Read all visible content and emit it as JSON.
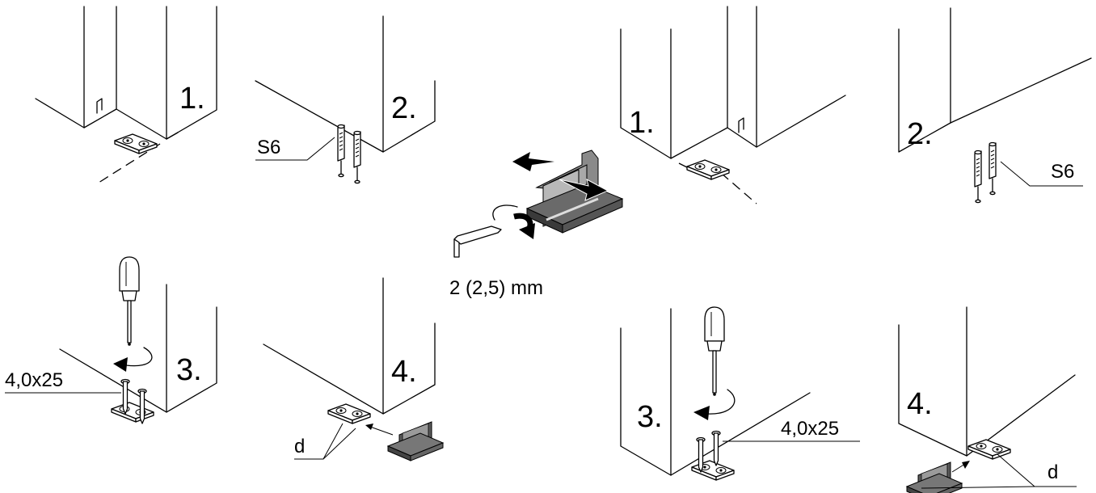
{
  "left_panel": {
    "step1": "1.",
    "step2": "2.",
    "step3": "3.",
    "step4": "4.",
    "dowel_label": "S6",
    "screw_label": "4,0x25",
    "part_label": "d"
  },
  "center": {
    "wrench_size": "2 (2,5) mm"
  },
  "right_panel": {
    "step1": "1.",
    "step2": "2.",
    "step3": "3.",
    "step4": "4.",
    "dowel_label": "S6",
    "screw_label": "4,0x25",
    "part_label": "d"
  },
  "colors": {
    "line": "#000000",
    "background": "#ffffff",
    "part_dark": "#4a4a4a",
    "part_light": "#9a9a9a",
    "part_mid": "#6e6e6e"
  }
}
